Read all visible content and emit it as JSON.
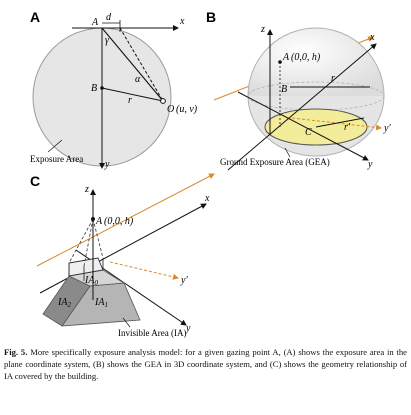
{
  "panels": {
    "A": {
      "title": "A",
      "labels": {
        "A": "A",
        "d": "d",
        "x": "x",
        "gamma": "γ",
        "B": "B",
        "alpha": "α",
        "r": "r",
        "O": "O",
        "O_coords": "(u, v)",
        "y": "y",
        "exposure_area": "Exposure Area"
      }
    },
    "B": {
      "title": "B",
      "labels": {
        "z": "z",
        "x": "x",
        "A": "A",
        "A_coords": "(0,0, h)",
        "B": "B",
        "r": "r",
        "C": "C",
        "r_prime": "r′",
        "y_prime": "y′",
        "y": "y",
        "gea": "Ground Exposure Area (GEA)"
      }
    },
    "C": {
      "title": "C",
      "labels": {
        "z": "z",
        "x": "x",
        "A": "A",
        "A_coords": "(0,0, h)",
        "IA0_base": "IA",
        "IA0_sub": "0",
        "IA2_base": "IA",
        "IA2_sub": "2",
        "IA1_base": "IA",
        "IA1_sub": "1",
        "y_prime": "y′",
        "y": "y",
        "invisible_area": "Invisible Area (IA)"
      }
    }
  },
  "caption": {
    "label": "Fig. 5.",
    "text": "More specifically exposure analysis model: for a given gazing point A, (A) shows the exposure area in the plane coordinate system, (B) shows the GEA in 3D coordinate system, and (C) shows the geometry relationship of IA covered by the building."
  },
  "colors": {
    "orange": "#d98a2b",
    "sphere_fill": "#e8e8e8",
    "gea_fill": "#f3ec9a",
    "ia_dark": "#8a8a8a",
    "ia_mid": "#b5b5b5",
    "ia_light": "#d6d6d6"
  }
}
